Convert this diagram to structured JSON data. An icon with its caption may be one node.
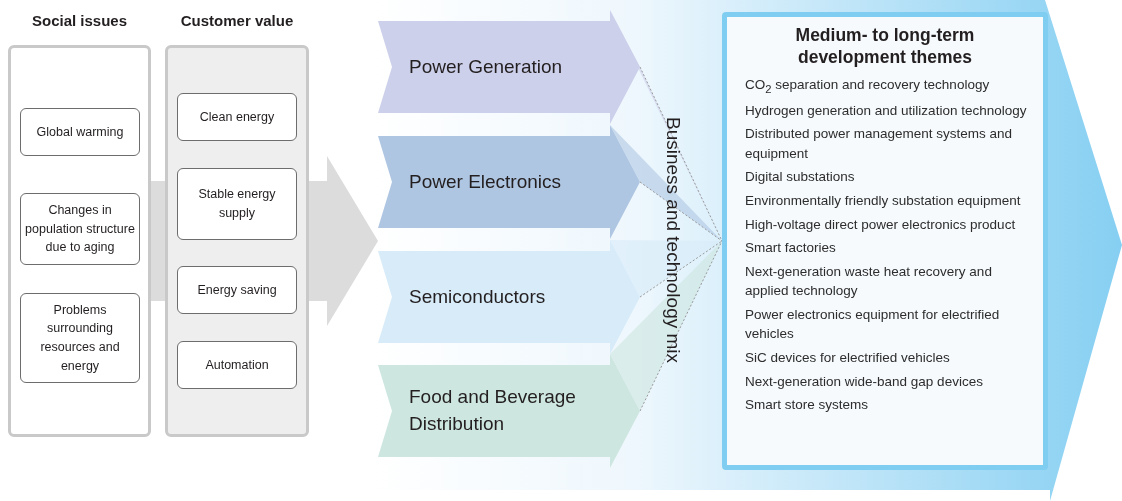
{
  "diagram": {
    "nodes": [
      {
        "text": [
          "Social issues"
        ]
      },
      {
        "text": [
          "Global warming"
        ],
        "in": 0
      },
      {
        "text": [
          "Changes in population structure due to aging"
        ],
        "in": 0
      },
      {
        "text": [
          "Problems surrounding resources and energy"
        ],
        "in": 0
      },
      {
        "text": [
          "Customer value"
        ]
      },
      {
        "text": [
          "Clean energy"
        ],
        "in": 4
      },
      {
        "text": [
          "Stable energy supply"
        ],
        "in": 4
      },
      {
        "text": [
          "Energy saving"
        ],
        "in": 4
      },
      {
        "text": [
          "Automation"
        ],
        "in": 4
      },
      {
        "text": [
          "Power Generation"
        ]
      },
      {
        "text": [
          "Power Electronics"
        ]
      },
      {
        "text": [
          "Semiconductors"
        ]
      },
      {
        "text": [
          "Food and Beverage Distribution"
        ]
      },
      {
        "text": [
          "Medium- to long-term development themes",
          "CO$_{2}$ separation and recovery technology",
          "Hydrogen generation and utilization technology",
          "Distributed power management systems and equipment",
          "Digital substations",
          "Environmentally friendly substation equipment",
          "High-voltage direct power electronics product",
          "Smart factories",
          "Next-generation waste heat recovery and applied technology",
          "Power electronics equipment for electrified vehicles",
          "SiC devices for electrified vehicles",
          "Next-generation wide-band gap devices",
          "Smart store systems"
        ]
      }
    ],
    "edges": [
      {
        "from": 0,
        "to": 4,
        "arrow": "none",
        "style": "thick",
        "color": "#dcdcdc"
      },
      {
        "from": 4,
        "to": null,
        "arrow": "to",
        "style": "thick",
        "color": "#dcdcdc"
      },
      {
        "from": 9,
        "to": 13,
        "arrow": "none",
        "style": "dashed"
      },
      {
        "from": 10,
        "to": 13,
        "arrow": "none",
        "style": "dashed"
      },
      {
        "from": 11,
        "to": 13,
        "arrow": "none",
        "style": "dashed"
      },
      {
        "from": 12,
        "to": 13,
        "arrow": "none",
        "style": "dashed"
      }
    ],
    "labels": [
      "Business and technology mix"
    ]
  }
}
